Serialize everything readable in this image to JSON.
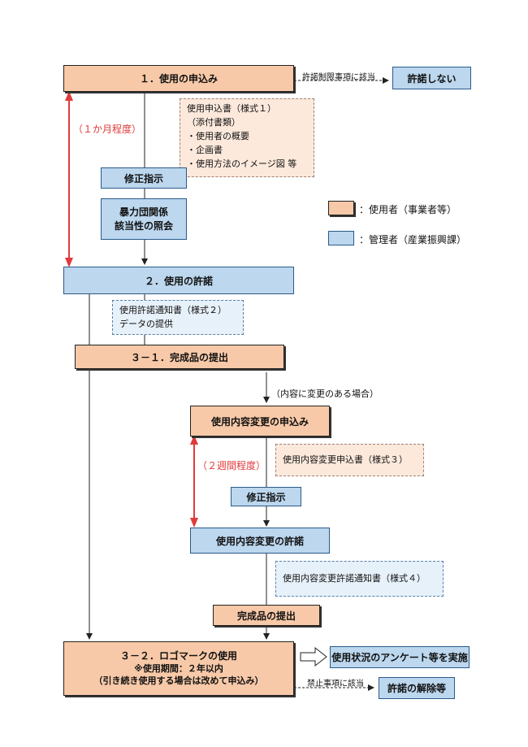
{
  "boxes": {
    "apply": "１．使用の申込み",
    "deny": "許諾しない",
    "fix1": "修正指示",
    "check": "暴力団関係\n該当性の照会",
    "permit": "２．使用の許諾",
    "submit31": "３－１．完成品の提出",
    "change_apply": "使用内容変更の申込み",
    "fix2": "修正指示",
    "change_permit": "使用内容変更の許諾",
    "submit_product": "完成品の提出",
    "logo_use_line1": "３－２．ロゴマークの使用",
    "logo_use_line2": "※使用期間：２年以内",
    "logo_use_line3": "（引き続き使用する場合は改めて申込み）",
    "survey": "使用状況のアンケート等を実施",
    "revoke": "許諾の解除等"
  },
  "notes": {
    "apply_docs": [
      "使用申込書（様式１）",
      "（添付書類）",
      "・使用者の概要",
      "・企画書",
      "・使用方法のイメージ図 等"
    ],
    "permit_docs": [
      "使用許諾通知書（様式２）",
      "データの提供"
    ],
    "change_apply_doc": "使用内容変更申込書（様式３）",
    "change_permit_doc": "使用内容変更許諾通知書（様式４）"
  },
  "labels": {
    "restricted": "許諾制限事項に該当",
    "changed": "（内容に変更のある場合）",
    "prohibited": "禁止事項に該当",
    "one_month": "（１か月程度）",
    "two_weeks": "（２週間程度）"
  },
  "legend": {
    "user": "：使用者（事業者等）",
    "admin": "：管理者（産業振興課）"
  },
  "colors": {
    "user": "#f8c9a8",
    "admin": "#bcd7ee",
    "period": "#e03a3a"
  }
}
